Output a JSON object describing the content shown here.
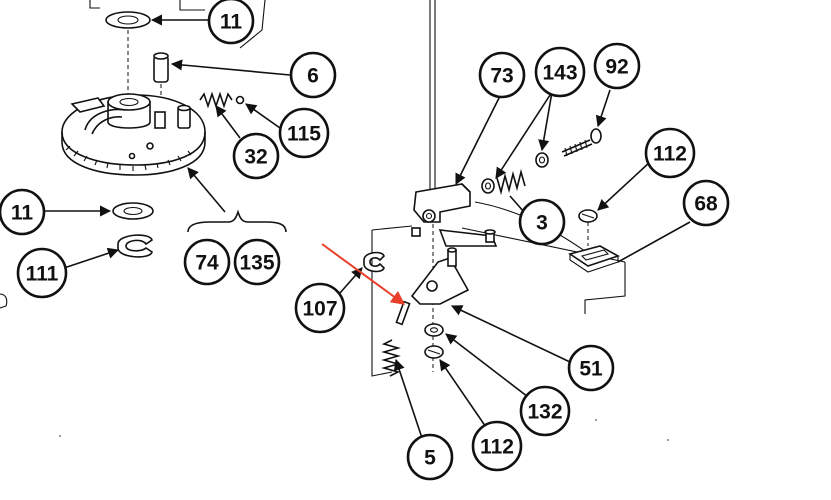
{
  "diagram": {
    "callouts": [
      {
        "id": "c11a",
        "label": "11"
      },
      {
        "id": "c6",
        "label": "6"
      },
      {
        "id": "c32",
        "label": "32"
      },
      {
        "id": "c115",
        "label": "115"
      },
      {
        "id": "c11b",
        "label": "11"
      },
      {
        "id": "c111",
        "label": "111"
      },
      {
        "id": "c74",
        "label": "74"
      },
      {
        "id": "c135",
        "label": "135"
      },
      {
        "id": "c73",
        "label": "73"
      },
      {
        "id": "c143",
        "label": "143"
      },
      {
        "id": "c92",
        "label": "92"
      },
      {
        "id": "c112a",
        "label": "112"
      },
      {
        "id": "c68",
        "label": "68"
      },
      {
        "id": "c3",
        "label": "3"
      },
      {
        "id": "c107",
        "label": "107"
      },
      {
        "id": "c51",
        "label": "51"
      },
      {
        "id": "c132",
        "label": "132"
      },
      {
        "id": "c112b",
        "label": "112"
      },
      {
        "id": "c5",
        "label": "5"
      }
    ],
    "colors": {
      "ink": "#111111",
      "highlight_arrow": "#e8402a",
      "background": "#ffffff"
    }
  }
}
